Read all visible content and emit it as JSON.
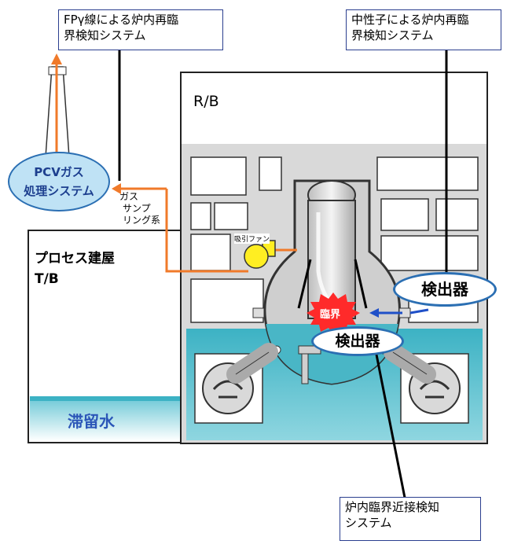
{
  "callouts": {
    "fp": [
      "FPγ線による炉内再臨",
      "界検知システム"
    ],
    "neutron": [
      "中性子による炉内再臨",
      "界検知システム"
    ],
    "proximity": [
      "炉内臨界近接検知",
      "システム"
    ]
  },
  "pcv_system": [
    "PCVガス",
    "処理システム"
  ],
  "gas_sampling": [
    "ガス",
    "サンプ",
    "リング系"
  ],
  "process_building": "プロセス建屋",
  "tb_label": "T/B",
  "rb_label": "R/B",
  "fan_label": "吸引ファン",
  "criticality_label": "臨界",
  "detector_label": "検出器",
  "stagnant_water": "滞留水",
  "colors": {
    "water": "#48b8c8",
    "orange": "#f07a2a",
    "wall": "#dcdcdc",
    "navy": "#2b3f8f"
  }
}
